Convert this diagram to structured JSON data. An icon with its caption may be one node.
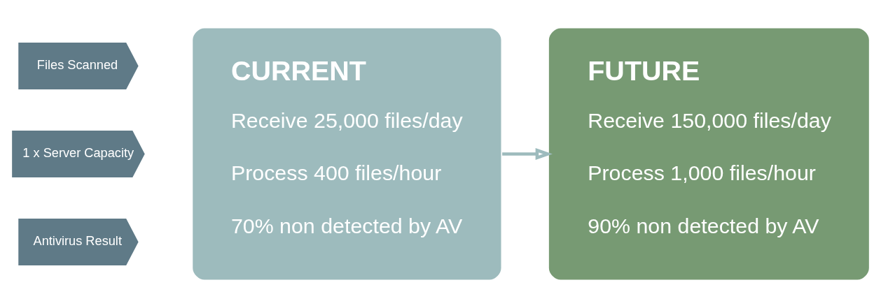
{
  "diagram": {
    "nodes": [
      {
        "text": [
          "Files Scanned"
        ]
      },
      {
        "text": [
          "1 x Server Capacity"
        ]
      },
      {
        "text": [
          "Antivirus Result"
        ]
      },
      {
        "text": [
          "CURRENT",
          "Receive 25,000 files/day",
          "Process 400 files/hour",
          "70% non detected by AV"
        ]
      },
      {
        "text": [
          "FUTURE",
          "Receive 150,000 files/day",
          "Process 1,000 files/hour",
          "90% non detected by AV"
        ]
      }
    ],
    "edges": [
      {
        "from": 3,
        "to": 4,
        "arrow": "to"
      }
    ]
  }
}
